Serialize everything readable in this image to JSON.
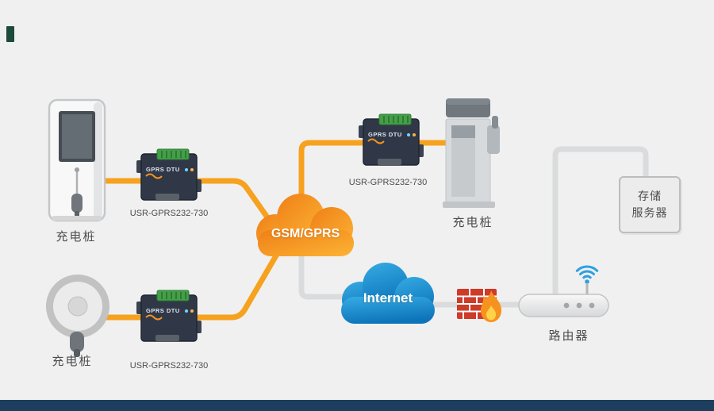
{
  "colors": {
    "bg": "#f0f0f1",
    "line-orange": "#f6a21f",
    "line-gray": "#dadbdc",
    "text": "#4d4d4d",
    "footer": "#1e3e5e",
    "gsm-a": "#ef7f17",
    "gsm-b": "#fcb434",
    "net-a": "#36ace4",
    "net-b": "#0d74ba",
    "brick": "#cd3b29",
    "flame-outer": "#f6921e",
    "flame-inner": "#ffd24a",
    "wifi": "#2e9fe0",
    "dtu-body": "#303848",
    "dtu-terminal": "#44a048"
  },
  "clouds": {
    "gsm": {
      "label": "GSM/GPRS"
    },
    "internet": {
      "label": "Internet"
    }
  },
  "chargers": {
    "top_left": {
      "label": "充电桩"
    },
    "top_right": {
      "label": "充电桩"
    },
    "bottom_left": {
      "label": "充电桩"
    }
  },
  "dtus": {
    "top_left": {
      "label": "USR-GPRS232-730",
      "face": "GPRS DTU"
    },
    "top_right": {
      "label": "USR-GPRS232-730",
      "face": "GPRS DTU"
    },
    "bottom": {
      "label": "USR-GPRS232-730",
      "face": "GPRS DTU"
    }
  },
  "router": {
    "label": "路由器"
  },
  "server": {
    "line1": "存储",
    "line2": "服务器"
  }
}
